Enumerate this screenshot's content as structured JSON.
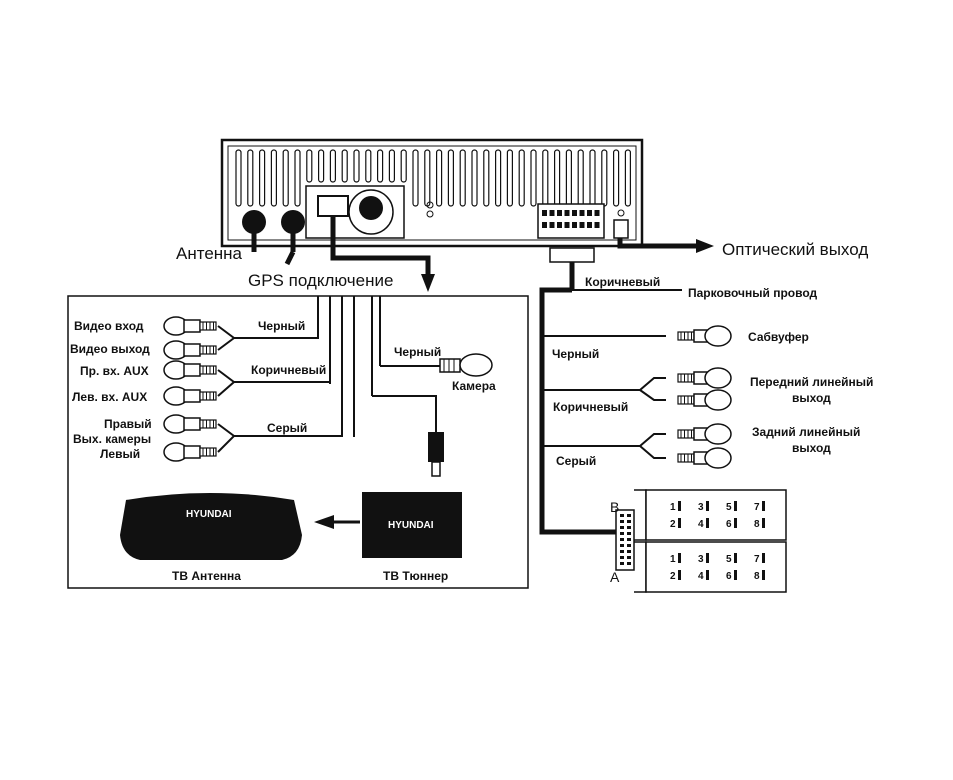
{
  "labels": {
    "antenna": "Антенна",
    "gps": "GPS подключение",
    "optical": "Оптический выход",
    "brown_top": "Коричневый",
    "parking": "Парковочный провод",
    "left_black": "Черный",
    "left_brown": "Коричневый",
    "left_gray": "Серый",
    "camera_black": "Черный",
    "camera": "Камера",
    "video_in": "Видео вход",
    "video_out": "Видео выход",
    "aux_right": "Пр. вх. AUX",
    "aux_left": "Лев. вх. AUX",
    "cam_right": "Правый",
    "cam_out": "Вых. камеры",
    "cam_left": "Левый",
    "tv_antenna": "ТВ Антенна",
    "tv_tuner": "ТВ Тюннер",
    "brand": "HYUNDAI",
    "right_black": "Черный",
    "right_brown": "Коричневый",
    "right_gray": "Серый",
    "subwoofer": "Сабвуфер",
    "front_line_1": "Передний линейный",
    "front_line_2": "выход",
    "rear_line_1": "Задний линейный",
    "rear_line_2": "выход",
    "conn_b": "B",
    "conn_a": "A"
  },
  "connector_b_pins": [
    [
      "1",
      "3",
      "5",
      "7"
    ],
    [
      "2",
      "4",
      "6",
      "8"
    ]
  ],
  "connector_a_pins": [
    [
      "1",
      "3",
      "5",
      "7"
    ],
    [
      "2",
      "4",
      "6",
      "8"
    ]
  ]
}
